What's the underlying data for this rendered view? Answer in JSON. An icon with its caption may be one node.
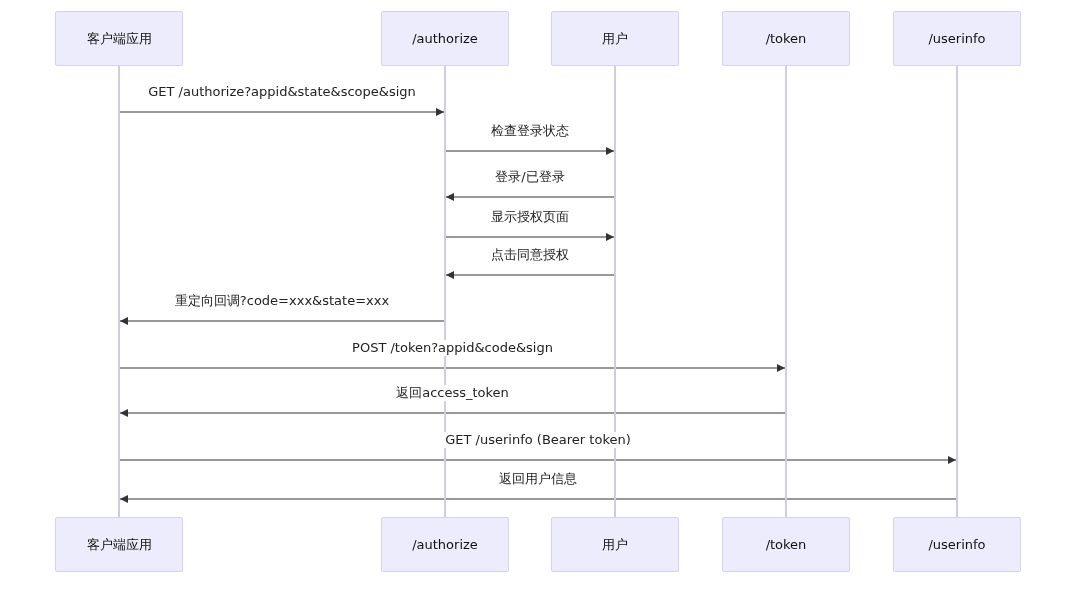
{
  "diagram": {
    "nodes": [
      {
        "text": [
          "客户端应用"
        ]
      },
      {
        "text": [
          "/authorize"
        ]
      },
      {
        "text": [
          "用户"
        ]
      },
      {
        "text": [
          "/token"
        ]
      },
      {
        "text": [
          "/userinfo"
        ]
      },
      {
        "text": [],
        "shape": "bar"
      },
      {
        "text": [],
        "shape": "bar"
      },
      {
        "text": [],
        "shape": "bar"
      },
      {
        "text": [],
        "shape": "bar"
      },
      {
        "text": [],
        "shape": "bar"
      },
      {
        "text": [
          "客户端应用"
        ]
      },
      {
        "text": [
          "/authorize"
        ]
      },
      {
        "text": [
          "用户"
        ]
      },
      {
        "text": [
          "/token"
        ]
      },
      {
        "text": [
          "/userinfo"
        ]
      }
    ],
    "edges": [
      {
        "from": 5,
        "to": 6,
        "arrow": "to",
        "label": "GET /authorize?appid&state&scope&sign"
      },
      {
        "from": 6,
        "to": 7,
        "arrow": "to",
        "label": "检查登录状态"
      },
      {
        "from": 7,
        "to": 6,
        "arrow": "to",
        "label": "登录/已登录"
      },
      {
        "from": 6,
        "to": 7,
        "arrow": "to",
        "label": "显示授权页面"
      },
      {
        "from": 7,
        "to": 6,
        "arrow": "to",
        "label": "点击同意授权"
      },
      {
        "from": 6,
        "to": 5,
        "arrow": "to",
        "label": "重定向回调?code=xxx&state=xxx"
      },
      {
        "from": 5,
        "to": 8,
        "arrow": "to",
        "label": "POST /token?appid&code&sign"
      },
      {
        "from": 8,
        "to": 5,
        "arrow": "to",
        "label": "返回access_token"
      },
      {
        "from": 5,
        "to": 9,
        "arrow": "to",
        "label": "GET /userinfo (Bearer token)"
      },
      {
        "from": 9,
        "to": 5,
        "arrow": "to",
        "label": "返回用户信息"
      }
    ]
  }
}
